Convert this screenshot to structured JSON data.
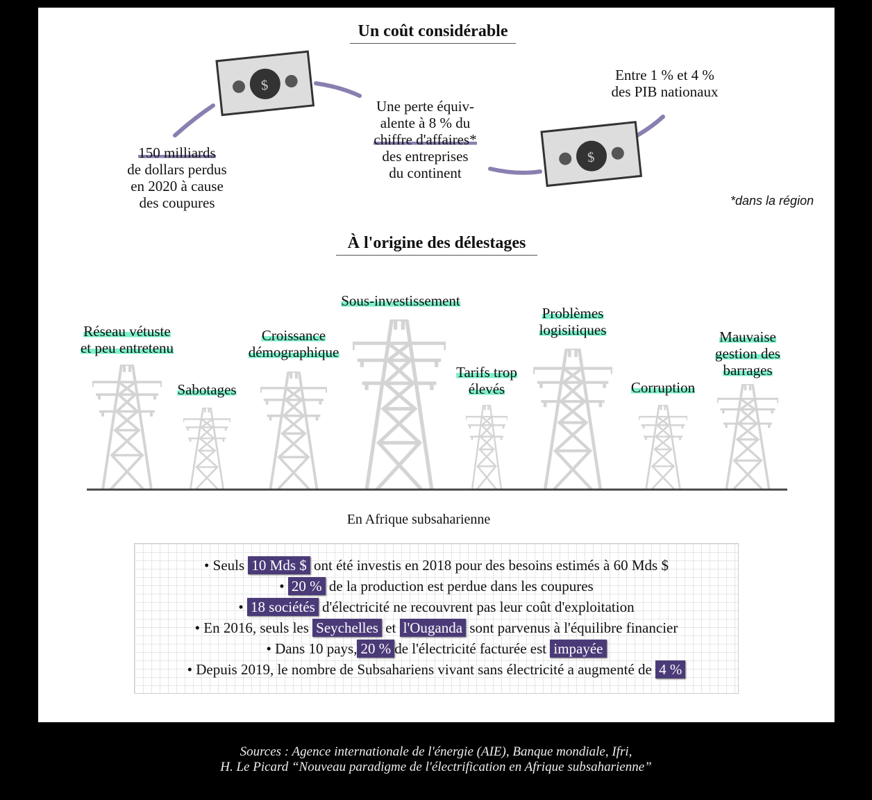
{
  "cost": {
    "title": "Un coût considérable",
    "left": [
      "150 milliards",
      "de dollars perdus",
      "en 2020 à cause",
      "des coupures"
    ],
    "middle": [
      "Une perte équiv-",
      "alente à 8 % du",
      "chiffre d'affaires*",
      "des entreprises",
      "du continent"
    ],
    "right": [
      "Entre 1 % et 4 %",
      "des PIB nationaux"
    ],
    "footnote": "*dans la région"
  },
  "origins": {
    "title": "À l'origine des délestages",
    "labels": [
      "Réseau vétuste",
      "et peu entretenu",
      "Sabotages",
      "Croissance",
      "démographique",
      "Sous-investissement",
      "Tarifs trop",
      "élevés",
      "Problèmes",
      "logisitiques",
      "Corruption",
      "Mauvaise",
      "gestion des",
      "barrages"
    ]
  },
  "facts": {
    "heading": "En Afrique subsaharienne",
    "l1": [
      "•  Seuls",
      "10 Mds $",
      "ont été investis en 2018 pour des besoins estimés à 60 Mds $"
    ],
    "l2": [
      "•",
      "20 %",
      "de la production est perdue dans les coupures"
    ],
    "l3": [
      "•",
      "18 sociétés",
      "d'électricité ne recouvrent pas leur coût d'exploitation"
    ],
    "l4": [
      "•  En 2016, seuls les",
      "Seychelles",
      "et",
      "l'Ouganda",
      "sont parvenus à l'équilibre financier"
    ],
    "l5": [
      "•  Dans 10 pays,",
      "20 %",
      "de l'électricité facturée est",
      "impayée"
    ],
    "l6": [
      "•  Depuis 2019, le nombre de Subsahariens vivant sans électricité a augmenté de",
      "4 %"
    ]
  },
  "sources": [
    "Sources : Agence internationale de l'énergie (AIE), Banque mondiale, Ifri,",
    "H. Le Picard “Nouveau paradigme de l'électrification en Afrique subsaharienne”"
  ]
}
